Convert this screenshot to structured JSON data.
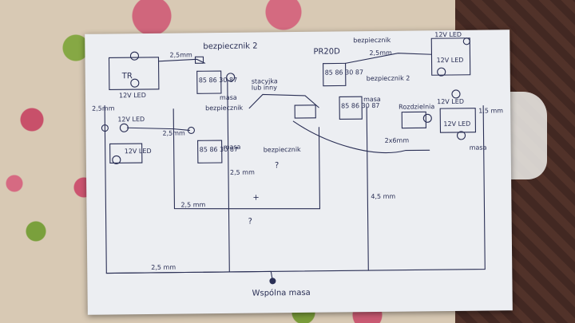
{
  "labels": {
    "fuse_top_left": "2,5mm",
    "bezpiecznik_2": "bezpiecznik 2",
    "pr20d": "PR20D",
    "bezpiecznik_top_right": "bezpiecznik",
    "fuse_2_5_top_right": "2,5mm",
    "led_top_right_1": "12V LED",
    "led_top_right_2": "12V LED",
    "led_top_left": "12V LED",
    "led_left_mid": "12V LED",
    "led_left_lower": "12V LED",
    "led_right_mid": "12V LED",
    "led_right_lower": "12V LED",
    "tr": "TR",
    "bezpiecznik_3": "bezpiecznik",
    "bezpiecznik_4": "bezpiecznik",
    "bezpiecznik_5": "bezpiecznik 2",
    "stacyjka": "stacyjka",
    "stacyjka_sub": "lub inny",
    "rozdzielnia": "Rozdzielnia",
    "wire_2_5_left": "2,5mm",
    "wire_2_5_mid": "2,5mm",
    "wire_2_5_center": "2,5 mm",
    "wire_2_5_bottom": "2,5 mm",
    "wire_1_5_right": "1,5 mm",
    "wire_2_5_vertical": "2,5 mm",
    "wire_4_5_vertical": "4,5 mm",
    "wire_2x6": "2x6mm",
    "question_1": "?",
    "question_2": "?",
    "plus_sign": "+",
    "bottom_label": "Wspólna masa",
    "masa_label_1": "masa",
    "masa_label_2": "masa",
    "masa_label_3": "masa",
    "masa_label_4": "masa",
    "relay_numbers": "85 86 30 87"
  }
}
